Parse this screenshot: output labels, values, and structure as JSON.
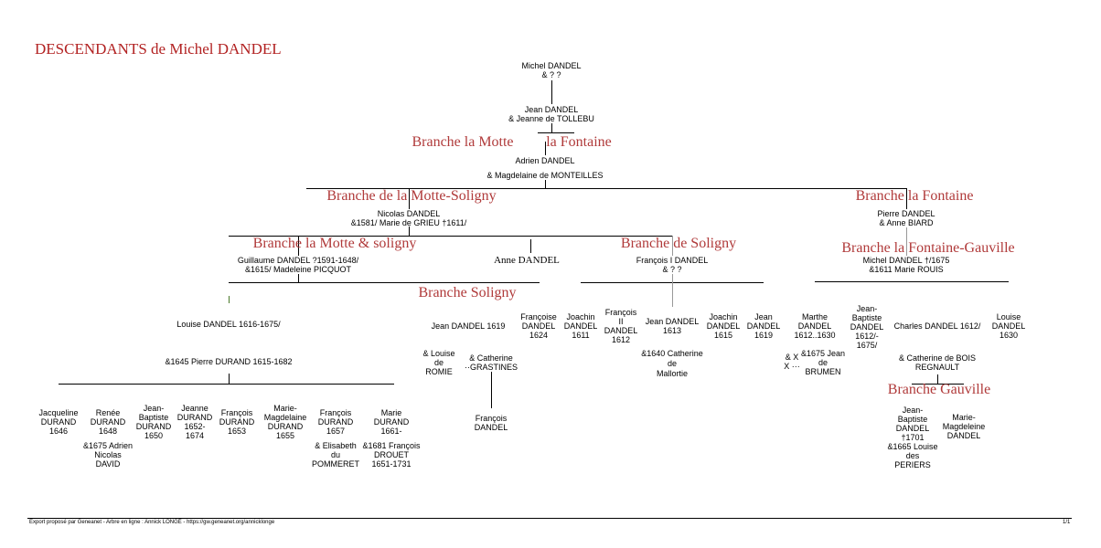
{
  "title": "DESCENDANTS de Michel DANDEL",
  "branches": {
    "motte": "Branche la Motte",
    "fontaine_top": "la Fontaine",
    "motte_soligny": "Branche de la Motte-Soligny",
    "fontaine": "Branche la Fontaine",
    "motte_et_soligny": "Branche la Motte & soligny",
    "de_soligny": "Branche de Soligny",
    "fontaine_gauville": "Branche la Fontaine-Gauville",
    "soligny": "Branche Soligny",
    "gauville": "Branche Gauville"
  },
  "people": {
    "michel": [
      "Michel DANDEL",
      "& ? ?"
    ],
    "jean": [
      "Jean DANDEL",
      "& Jeanne de TOLLEBU"
    ],
    "adrien": [
      "Adrien DANDEL",
      "",
      "& Magdelaine de MONTEILLES"
    ],
    "nicolas": [
      "Nicolas DANDEL",
      "&1581/ Marie de GRIEU †1611/"
    ],
    "pierre": [
      "Pierre DANDEL",
      "& Anne BIARD"
    ],
    "guillaume": [
      "Guillaume DANDEL ?1591-1648/",
      "&1615/ Madeleine PICQUOT"
    ],
    "anne": [
      "Anne DANDEL"
    ],
    "francois1": [
      "François I DANDEL",
      "& ? ?"
    ],
    "michel2": [
      "Michel DANDEL †/1675",
      "&1611 Marie ROUIS"
    ],
    "louise": [
      "Louise DANDEL 1616-1675/"
    ],
    "pierre_durand": [
      "&1645 Pierre DURAND  1615-1682"
    ],
    "jacqueline": [
      "Jacqueline",
      "DURAND",
      "1646"
    ],
    "renee": [
      "Renée",
      "DURAND",
      "1648"
    ],
    "renee_sp": [
      "&1675 Adrien",
      "Nicolas",
      "DAVID"
    ],
    "jb_durand": [
      "Jean-",
      "Baptiste",
      "DURAND",
      "1650"
    ],
    "jeanne": [
      "Jeanne",
      "DURAND",
      "1652-",
      "1674"
    ],
    "francois_d1": [
      "François",
      "DURAND",
      "1653"
    ],
    "mm_durand": [
      "Marie-",
      "Magdelaine",
      "DURAND",
      "1655"
    ],
    "francois_d2": [
      "François",
      "DURAND",
      "1657"
    ],
    "francois_d2_sp": [
      "& Elisabeth",
      "du",
      "POMMERET"
    ],
    "marie_durand": [
      "Marie",
      "DURAND",
      "1661-"
    ],
    "marie_durand_sp": [
      "&1681 François",
      "DROUET",
      "1651-1731"
    ],
    "jean1619": [
      "Jean DANDEL 1619"
    ],
    "jean1619_sp1": [
      "& Louise",
      "de",
      "ROMIE"
    ],
    "jean1619_sp2": [
      "& Catherine",
      "··GRASTINES"
    ],
    "francois_dandel": [
      "François",
      "DANDEL"
    ],
    "francoise": [
      "Françoise",
      "DANDEL",
      "1624"
    ],
    "joachin1611": [
      "Joachin",
      "DANDEL",
      "1611"
    ],
    "francois2": [
      "François",
      "II",
      "DANDEL",
      "1612"
    ],
    "jean1613": [
      "Jean DANDEL",
      "1613"
    ],
    "jean1613_sp": [
      "&1640 Catherine",
      "de",
      "Mallortie"
    ],
    "joachin1615": [
      "Joachin",
      "DANDEL",
      "1615"
    ],
    "jean1619b": [
      "Jean",
      "DANDEL",
      "1619"
    ],
    "marthe": [
      "Marthe",
      "DANDEL",
      "1612..1630"
    ],
    "marthe_sp1": [
      "& X",
      "X ···"
    ],
    "marthe_sp2": [
      "&1675 Jean",
      "de",
      "BRUMEN"
    ],
    "jb1612": [
      "Jean-",
      "Baptiste",
      "DANDEL",
      "1612/-",
      "1675/"
    ],
    "charles": [
      "Charles DANDEL 1612/"
    ],
    "charles_sp": [
      "& Catherine de BOIS",
      "REGNAULT"
    ],
    "louise1630": [
      "Louise",
      "DANDEL",
      "1630"
    ],
    "jb1701": [
      "Jean-",
      "Baptiste",
      "DANDEL",
      "†1701",
      "&1665 Louise",
      "des",
      "PERIERS"
    ],
    "mm_dandel": [
      "Marie-",
      "Magdeleine",
      "DANDEL"
    ]
  },
  "footer": {
    "text": "Export proposé par Geneanet - Arbre en ligne : Annick LONGÉ - https://gw.geneanet.org/annicklonge",
    "page": "1/1"
  }
}
